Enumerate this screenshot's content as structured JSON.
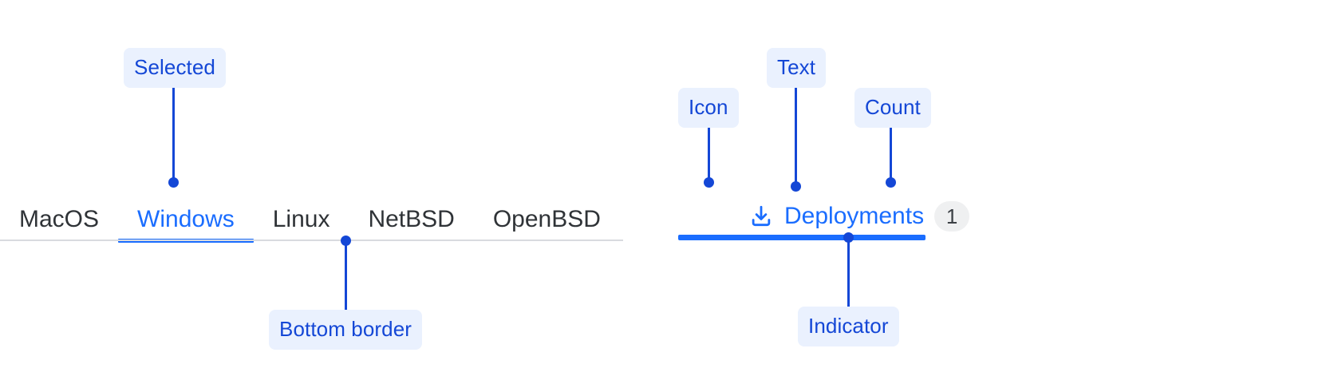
{
  "left_tabs": {
    "name": "os-tab-group",
    "items": [
      {
        "label": "MacOS",
        "selected": false
      },
      {
        "label": "Windows",
        "selected": true
      },
      {
        "label": "Linux",
        "selected": false
      },
      {
        "label": "NetBSD",
        "selected": false
      },
      {
        "label": "OpenBSD",
        "selected": false
      }
    ]
  },
  "right_tab": {
    "icon": "download-icon",
    "label": "Deployments",
    "count": "1",
    "selected": true
  },
  "annotations": {
    "selected": "Selected",
    "bottom_border": "Bottom border",
    "icon": "Icon",
    "text": "Text",
    "count": "Count",
    "indicator": "Indicator"
  },
  "colors": {
    "accent": "#1a6dff",
    "annotation_text": "#1447d6",
    "annotation_bg": "#eaf1fe",
    "tab_text": "#2f3337",
    "rule": "#d9dbdf",
    "badge_bg": "#eff0f1",
    "badge_text": "#3c4045",
    "page_bg": "#ffffff"
  }
}
